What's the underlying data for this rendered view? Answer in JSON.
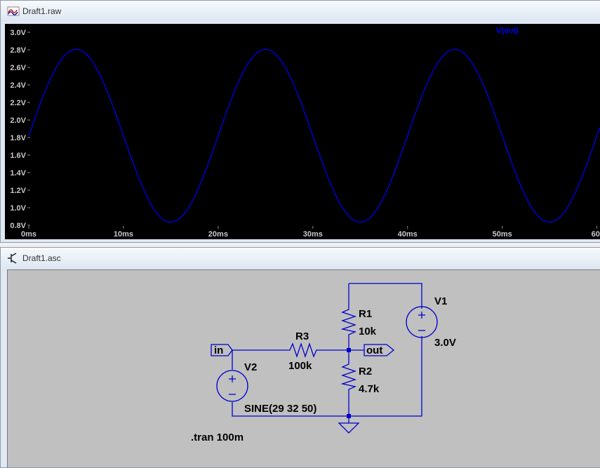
{
  "waveform_window": {
    "title": "Draft1.raw",
    "trace_label": "V(out)",
    "trace_color": "#0000ff",
    "y_ticks": [
      "0.8V",
      "1.0V",
      "1.2V",
      "1.4V",
      "1.6V",
      "1.8V",
      "2.0V",
      "2.2V",
      "2.4V",
      "2.6V",
      "2.8V",
      "3.0V"
    ],
    "x_ticks": [
      "0ms",
      "10ms",
      "20ms",
      "30ms",
      "40ms",
      "50ms",
      "60"
    ]
  },
  "chart_data": {
    "type": "line",
    "series": [
      {
        "name": "V(out)",
        "offset": 1.82,
        "amplitude": 0.985,
        "frequency_hz": 50,
        "unit": "V"
      }
    ],
    "x_range_ms": [
      0,
      60
    ],
    "ylim": [
      0.8,
      3.0
    ],
    "grid": false,
    "legend": "top-right"
  },
  "schematic_window": {
    "title": "Draft1.asc",
    "components": {
      "r1": {
        "name": "R1",
        "value": "10k"
      },
      "r2": {
        "name": "R2",
        "value": "4.7k"
      },
      "r3": {
        "name": "R3",
        "value": "100k"
      },
      "v1": {
        "name": "V1",
        "value": "3.0V"
      },
      "v2": {
        "name": "V2",
        "value": "SINE(29 32 50)"
      }
    },
    "labels": {
      "in": "in",
      "out": "out"
    },
    "directive": ".tran 100m",
    "wire_color": "#0000cc"
  }
}
